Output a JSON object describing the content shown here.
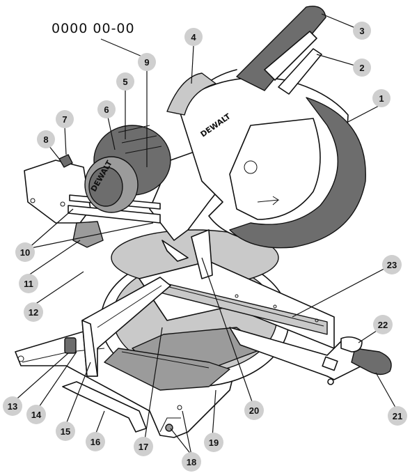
{
  "part_number": "0000  00-00",
  "brand": "DEWALT",
  "callouts": [
    "1",
    "2",
    "3",
    "4",
    "5",
    "6",
    "7",
    "8",
    "9",
    "10",
    "11",
    "12",
    "13",
    "14",
    "15",
    "16",
    "17",
    "18",
    "19",
    "20",
    "21",
    "22",
    "23"
  ]
}
